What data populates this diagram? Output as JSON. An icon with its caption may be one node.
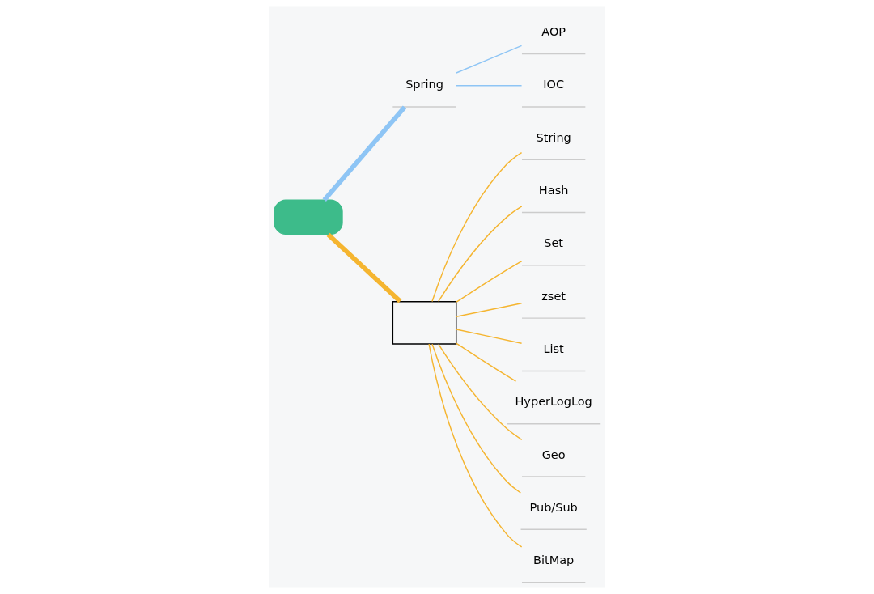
{
  "diagram": {
    "nodes": [
      {
        "text": [],
        "shape": "box"
      },
      {
        "text": [
          "Spring"
        ]
      },
      {
        "text": [
          "AOP"
        ]
      },
      {
        "text": [
          "IOC"
        ]
      },
      {
        "text": [],
        "shape": "box"
      },
      {
        "text": [
          "String"
        ]
      },
      {
        "text": [
          "Hash"
        ]
      },
      {
        "text": [
          "Set"
        ]
      },
      {
        "text": [
          "zset"
        ]
      },
      {
        "text": [
          "List"
        ]
      },
      {
        "text": [
          "HyperLogLog"
        ]
      },
      {
        "text": [
          "Geo"
        ]
      },
      {
        "text": [
          "Pub/Sub"
        ]
      },
      {
        "text": [
          "BitMap"
        ]
      }
    ],
    "edges": [
      {
        "from": 0,
        "to": 1,
        "arrow": "none",
        "style": "thick",
        "color": "#8ec5f5"
      },
      {
        "from": 1,
        "to": 2,
        "arrow": "none",
        "color": "#8ec5f5"
      },
      {
        "from": 1,
        "to": 3,
        "arrow": "none",
        "color": "#8ec5f5"
      },
      {
        "from": 0,
        "to": 4,
        "arrow": "none",
        "style": "thick",
        "color": "#f5b530"
      },
      {
        "from": 4,
        "to": 5,
        "arrow": "none",
        "color": "#f5b530"
      },
      {
        "from": 4,
        "to": 6,
        "arrow": "none",
        "color": "#f5b530"
      },
      {
        "from": 4,
        "to": 7,
        "arrow": "none",
        "color": "#f5b530"
      },
      {
        "from": 4,
        "to": 8,
        "arrow": "none",
        "color": "#f5b530"
      },
      {
        "from": 4,
        "to": 9,
        "arrow": "none",
        "color": "#f5b530"
      },
      {
        "from": 4,
        "to": 10,
        "arrow": "none",
        "color": "#f5b530"
      },
      {
        "from": 4,
        "to": 11,
        "arrow": "none",
        "color": "#f5b530"
      },
      {
        "from": 4,
        "to": 12,
        "arrow": "none",
        "color": "#f5b530"
      },
      {
        "from": 4,
        "to": 13,
        "arrow": "none",
        "color": "#f5b530"
      }
    ]
  }
}
